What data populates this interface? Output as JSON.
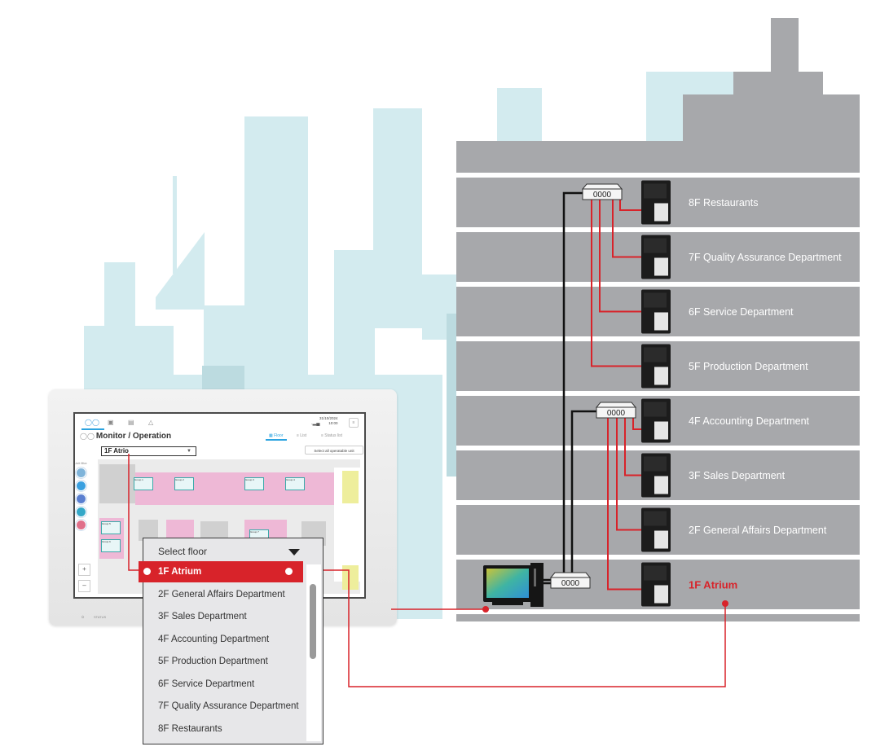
{
  "diagram": {
    "building_floors": [
      {
        "id": "8F",
        "label": "8F Restaurants"
      },
      {
        "id": "7F",
        "label": "7F Quality Assurance Department"
      },
      {
        "id": "6F",
        "label": "6F Service Department"
      },
      {
        "id": "5F",
        "label": "5F Production Department"
      },
      {
        "id": "4F",
        "label": "4F Accounting Department"
      },
      {
        "id": "3F",
        "label": "3F  Sales Department"
      },
      {
        "id": "2F",
        "label": "2F General Affairs Department"
      },
      {
        "id": "1F",
        "label": "1F Atrium",
        "highlighted": true
      }
    ],
    "hub_port_label": "0000",
    "colors": {
      "building": "#a7a8ab",
      "skyline": "#d3ebef",
      "skyline_dark": "#bcdbe0",
      "wire_red": "#d8232a",
      "wire_black": "#111111",
      "highlight": "#d8232a"
    }
  },
  "panel": {
    "nav_icons": [
      "monitor-icon",
      "schedule-icon",
      "energy-icon",
      "alert-icon"
    ],
    "title": "Monitor / Operation",
    "floor_select_value": "1F Atrio",
    "view_tabs": [
      "▦ Floor",
      "≡ List",
      "≡ Status list"
    ],
    "active_view_tab": 0,
    "select_all_label": "Select all operatable unit",
    "datetime_line1": "31/10/2024",
    "datetime_line2": "10:00",
    "unit_filter_label": "Unit filter",
    "zoom_in": "+",
    "zoom_out": "–",
    "status_label": "STATUS",
    "group_cards": [
      "Group 1",
      "Group 2",
      "Group 3",
      "Group 4",
      "Group 5",
      "Group 6",
      "Group 7"
    ]
  },
  "floor_dropdown": {
    "header": "Select floor",
    "items": [
      "1F Atrium",
      "2F General Affairs Department",
      "3F Sales Department",
      "4F Accounting Department",
      "5F Production Department",
      "6F Service Department",
      "7F Quality Assurance Department",
      "8F Restaurants"
    ],
    "selected_index": 0
  }
}
